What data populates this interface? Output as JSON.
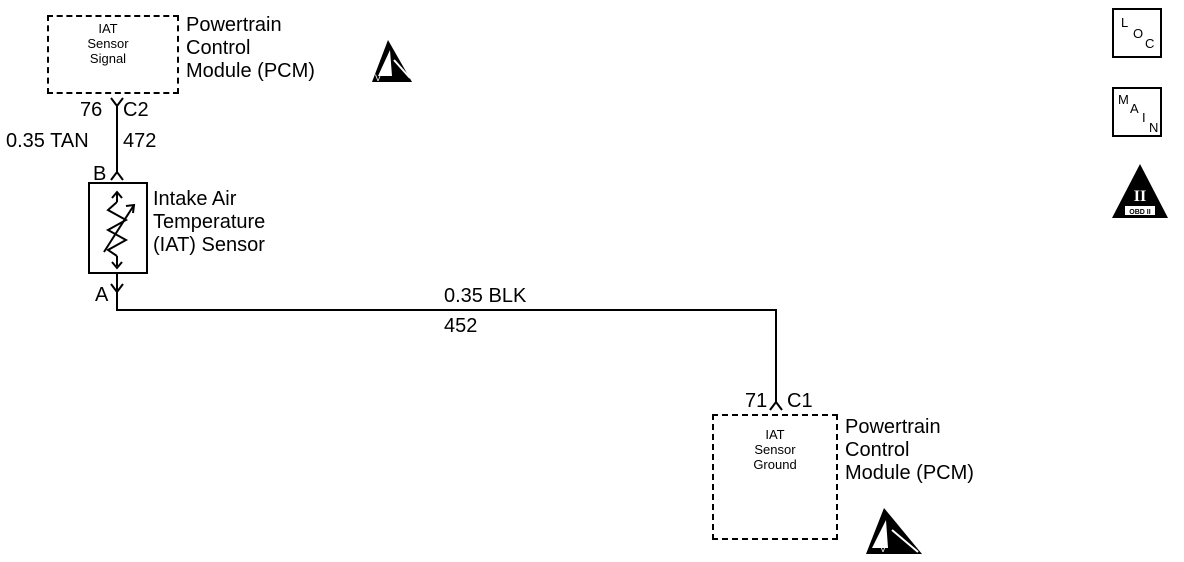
{
  "pcm_top": {
    "box_lines": [
      "IAT",
      "Sensor",
      "Signal"
    ],
    "label_lines": [
      "Powertrain",
      "Control",
      "Module (PCM)"
    ],
    "pin": "76",
    "connector": "C2"
  },
  "wire_signal": {
    "gauge_color": "0.35 TAN",
    "circuit": "472"
  },
  "sensor": {
    "pin_b": "B",
    "pin_a": "A",
    "label_lines": [
      "Intake Air",
      "Temperature",
      "(IAT) Sensor"
    ]
  },
  "wire_ground": {
    "gauge_color": "0.35 BLK",
    "circuit": "452"
  },
  "pcm_bottom": {
    "pin": "71",
    "connector": "C1",
    "box_lines": [
      "IAT",
      "Sensor",
      "Ground"
    ],
    "label_lines": [
      "Powertrain",
      "Control",
      "Module (PCM)"
    ]
  },
  "side_icons": {
    "loc": [
      "L",
      "O",
      "C"
    ],
    "main": [
      "M",
      "A",
      "I",
      "N"
    ],
    "obd": {
      "numeral": "II",
      "caption": "OBD II"
    }
  },
  "esd_symbol": {
    "letter": "V"
  }
}
